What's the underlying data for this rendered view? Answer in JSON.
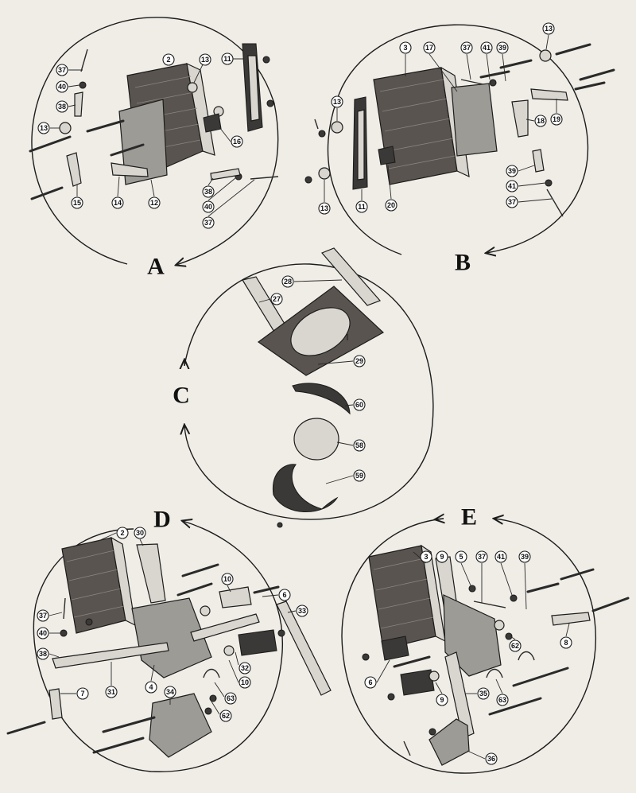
{
  "views": [
    {
      "id": "A",
      "label": "A"
    },
    {
      "id": "B",
      "label": "B"
    },
    {
      "id": "C",
      "label": "C"
    },
    {
      "id": "D",
      "label": "D"
    },
    {
      "id": "E",
      "label": "E"
    }
  ],
  "callouts": {
    "A": [
      "2",
      "13",
      "11",
      "37",
      "40",
      "38",
      "13",
      "16",
      "15",
      "14",
      "12",
      "38",
      "40",
      "37"
    ],
    "B": [
      "13",
      "3",
      "17",
      "37",
      "41",
      "39",
      "13",
      "18",
      "19",
      "11",
      "20",
      "13",
      "39",
      "41",
      "37"
    ],
    "C": [
      "28",
      "27",
      "29",
      "60",
      "58",
      "59"
    ],
    "D": [
      "2",
      "30",
      "10",
      "6",
      "33",
      "37",
      "40",
      "38",
      "7",
      "31",
      "4",
      "32",
      "10",
      "63",
      "62",
      "34"
    ],
    "E": [
      "3",
      "9",
      "5",
      "37",
      "41",
      "39",
      "62",
      "8",
      "6",
      "9",
      "35",
      "63",
      "36"
    ]
  }
}
